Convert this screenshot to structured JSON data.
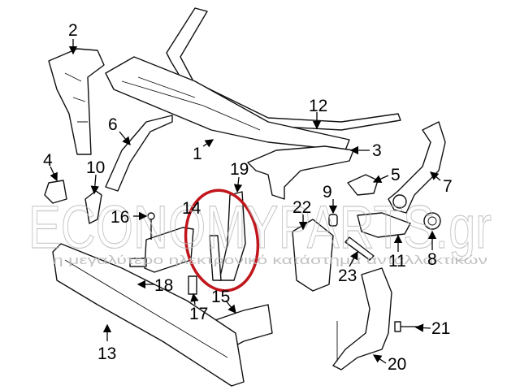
{
  "diagram": {
    "callouts": [
      "1",
      "2",
      "3",
      "4",
      "5",
      "6",
      "7",
      "8",
      "9",
      "10",
      "11",
      "12",
      "13",
      "14",
      "15",
      "16",
      "17",
      "18",
      "19",
      "20",
      "21",
      "22",
      "23"
    ],
    "highlight_color": "#c0161c"
  },
  "watermark": {
    "brand": "ECONOMYPARTS.gr",
    "tagline": "η μεγαλύτερο ηλεκτρονικό κατάστημα ανταλλακτικών"
  }
}
